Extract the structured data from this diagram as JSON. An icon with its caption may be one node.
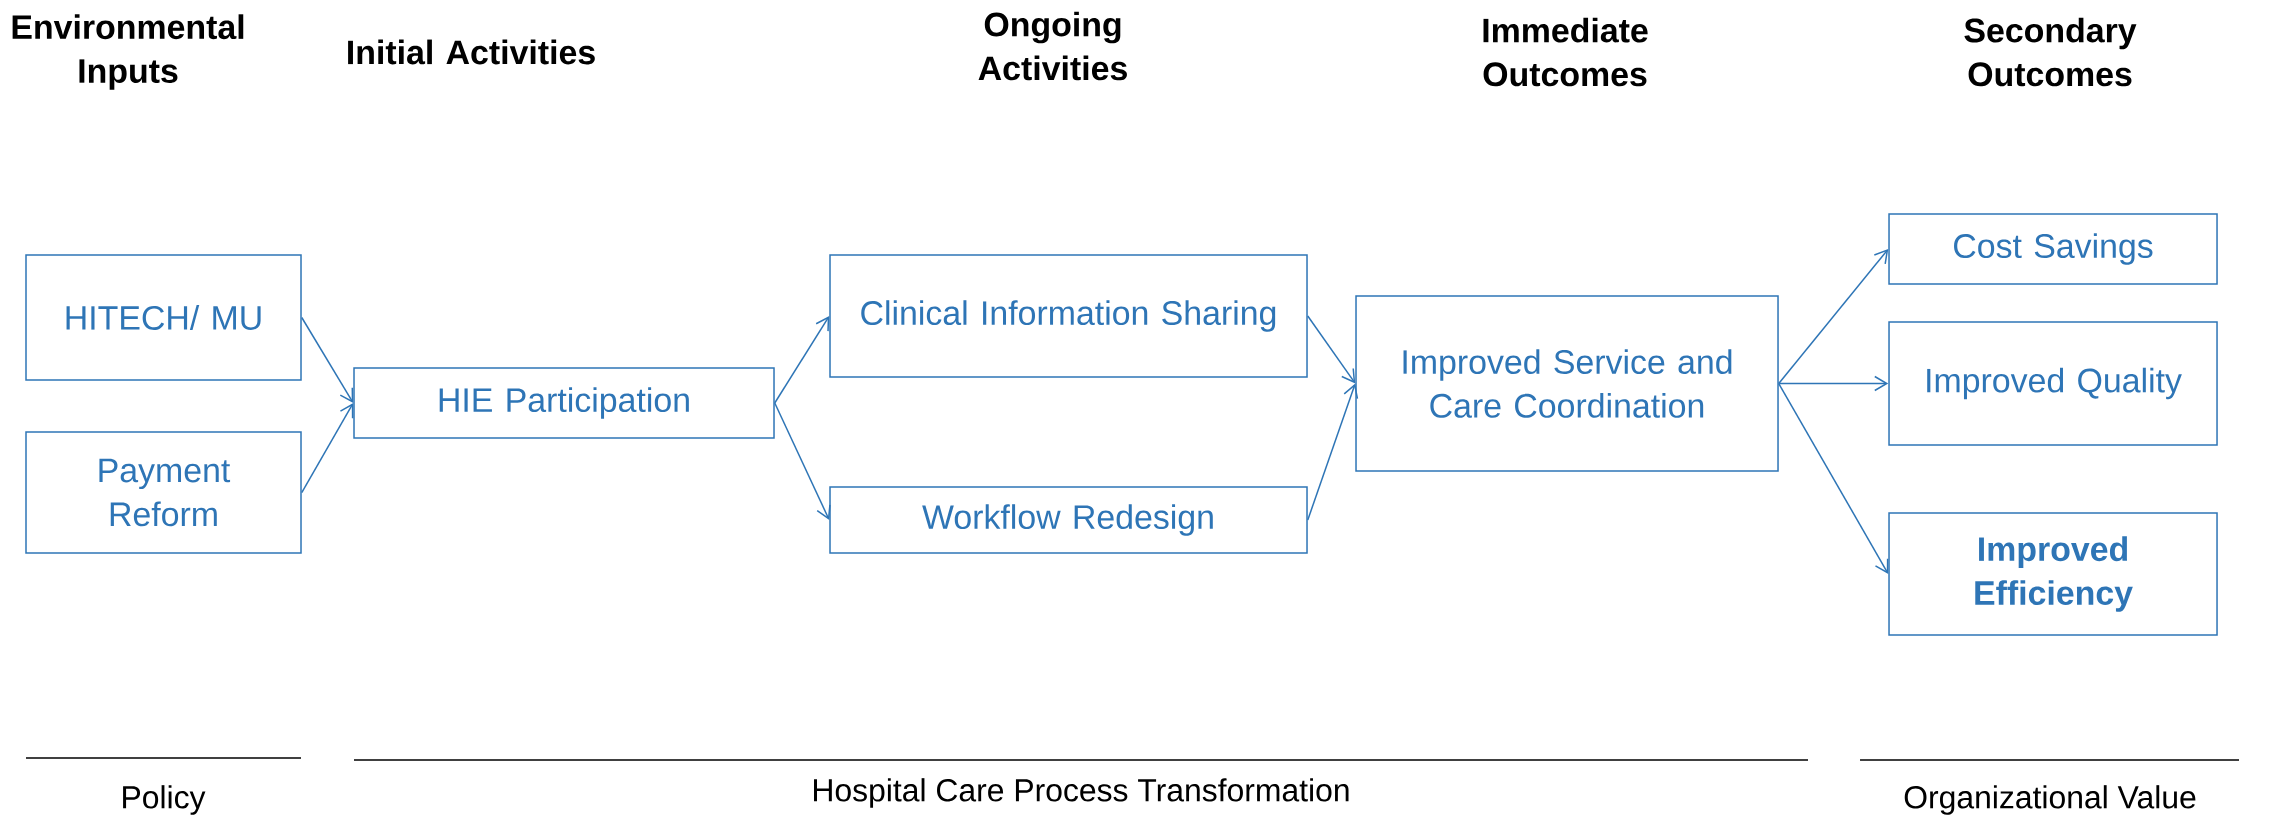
{
  "diagram": {
    "nodes": [
      {
        "text": [
          "HITECH/ MU"
        ]
      },
      {
        "text": [
          "Payment Reform"
        ]
      },
      {
        "text": [
          "HIE Participation"
        ]
      },
      {
        "text": [
          "Clinical Information Sharing"
        ]
      },
      {
        "text": [
          "Workflow Redesign"
        ]
      },
      {
        "text": [
          "Improved Service and Care Coordination"
        ]
      },
      {
        "text": [
          "Cost Savings"
        ]
      },
      {
        "text": [
          "Improved Quality"
        ]
      },
      {
        "text": [
          "Improved Efficiency"
        ]
      }
    ],
    "edges": [
      {
        "from": 0,
        "to": 2,
        "arrow": "to"
      },
      {
        "from": 1,
        "to": 2,
        "arrow": "to"
      },
      {
        "from": 2,
        "to": 3,
        "arrow": "to"
      },
      {
        "from": 2,
        "to": 4,
        "arrow": "to"
      },
      {
        "from": 3,
        "to": 5,
        "arrow": "to"
      },
      {
        "from": 4,
        "to": 5,
        "arrow": "to"
      },
      {
        "from": 5,
        "to": 6,
        "arrow": "to"
      },
      {
        "from": 5,
        "to": 7,
        "arrow": "to"
      },
      {
        "from": 5,
        "to": 8,
        "arrow": "to"
      }
    ],
    "labels": [
      "Environmental Inputs",
      "Initial Activities",
      "Ongoing Activities",
      "Immediate Outcomes",
      "Secondary Outcomes",
      "Policy",
      "Hospital Care Process Transformation",
      "Organizational Value"
    ]
  }
}
